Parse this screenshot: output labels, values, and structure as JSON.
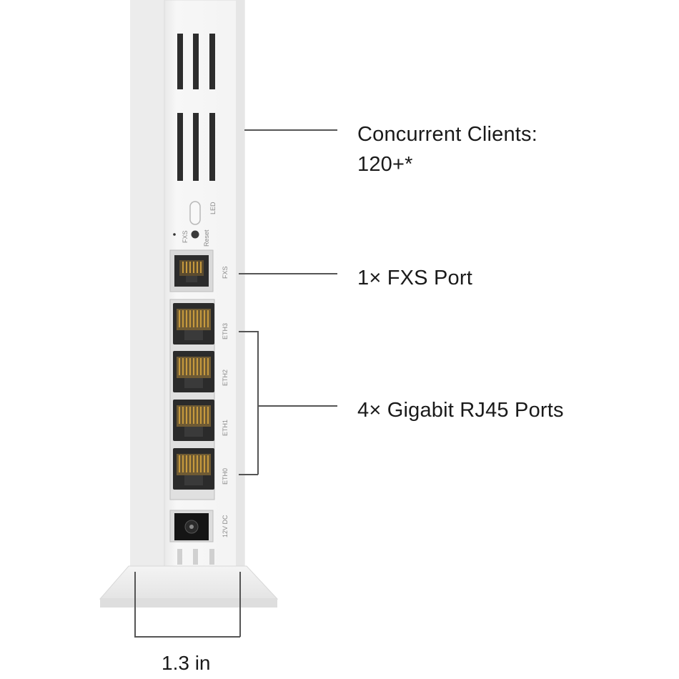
{
  "callouts": {
    "clients_line1": "Concurrent Clients:",
    "clients_line2": "120+*",
    "fxs": "1× FXS Port",
    "gigabit": "4× Gigabit RJ45 Ports"
  },
  "dimension": {
    "width_label": "1.3 in"
  },
  "device_labels": {
    "fxs_small": "FXS",
    "reset": "Reset",
    "led": "LED",
    "fxs_port": "FXS",
    "eth3": "ETH3",
    "eth2": "ETH2",
    "eth1": "ETH1",
    "eth0": "ETH0",
    "power": "12V DC"
  }
}
